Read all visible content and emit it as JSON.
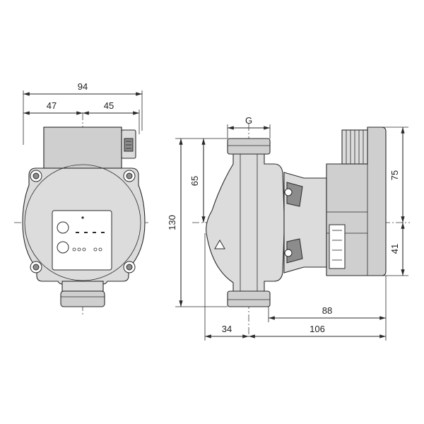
{
  "dimensions": {
    "front_overall_width": "94",
    "front_left_half": "47",
    "front_right_half": "45",
    "thread": "G",
    "side_height_upper": "65",
    "side_overall_height": "130",
    "motor_height_upper": "75",
    "motor_height_lower": "41",
    "connection_to_axis": "34",
    "motor_length": "88",
    "overall_depth": "106"
  }
}
